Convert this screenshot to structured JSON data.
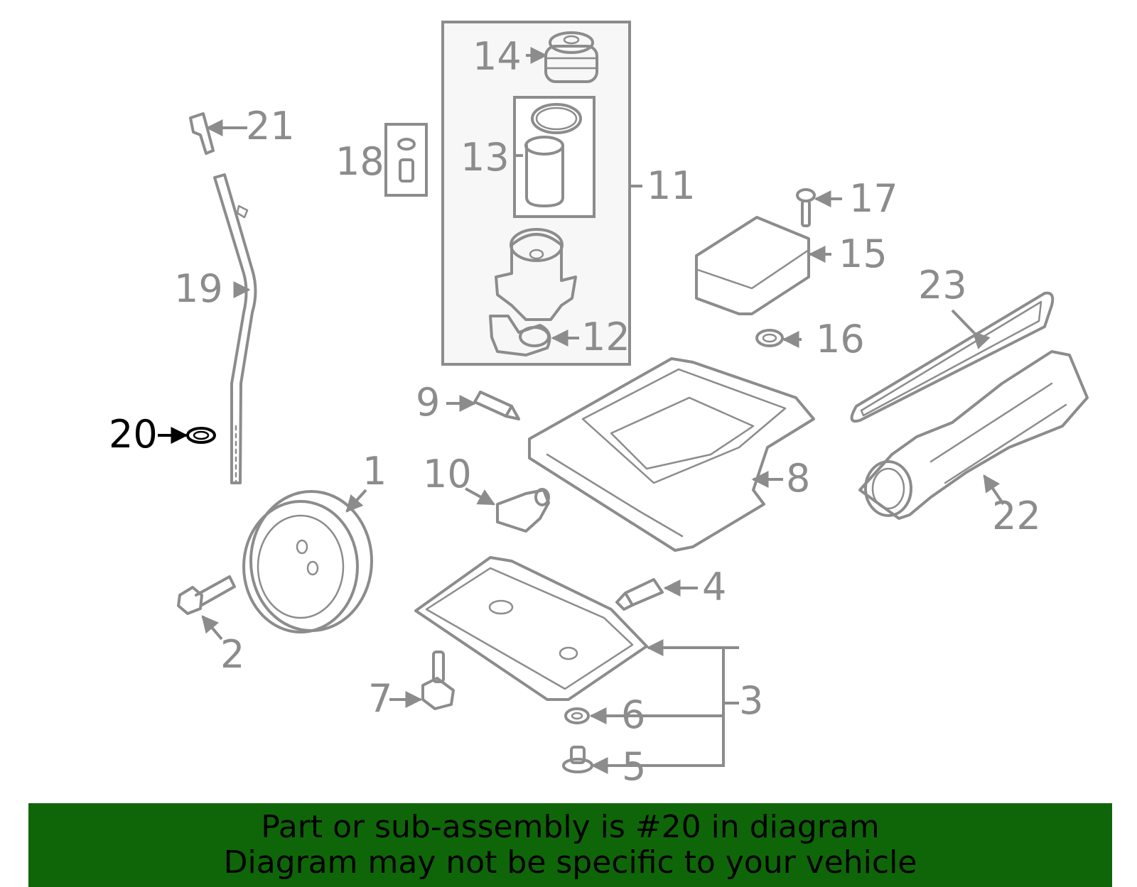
{
  "colors": {
    "part_stroke": "#8c8c8c",
    "highlight": "#000000",
    "banner_bg": "#0f6608",
    "banner_text": "#000000"
  },
  "highlighted_part": "20",
  "labels": {
    "p1": "1",
    "p2": "2",
    "p3": "3",
    "p4": "4",
    "p5": "5",
    "p6": "6",
    "p7": "7",
    "p8": "8",
    "p9": "9",
    "p10": "10",
    "p11": "11",
    "p12": "12",
    "p13": "13",
    "p14": "14",
    "p15": "15",
    "p16": "16",
    "p17": "17",
    "p18": "18",
    "p19": "19",
    "p20": "20",
    "p21": "21",
    "p22": "22",
    "p23": "23"
  },
  "banner": {
    "line1": "Part or sub-assembly is #20 in diagram",
    "line2": "Diagram may not be specific to your vehicle"
  }
}
